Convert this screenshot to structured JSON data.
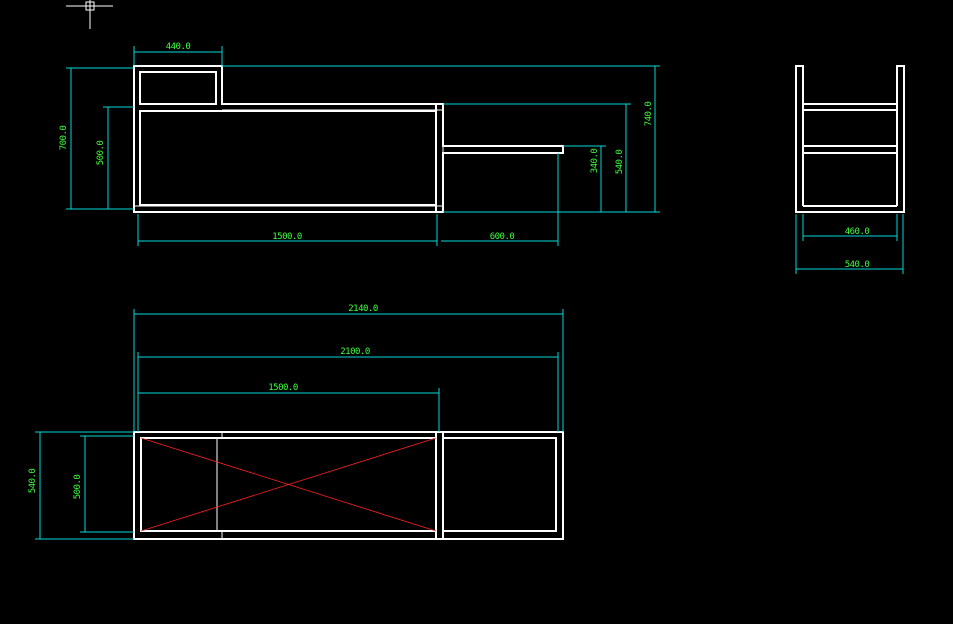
{
  "colors": {
    "background": "#000000",
    "geometry": "#ffffff",
    "dimension_lines": "#00d8d8",
    "dimension_text": "#3cff3c",
    "center_cross": "#ff2020"
  },
  "cursor_icon": "crosshair-cursor-icon",
  "front_view": {
    "dim_top_width": "440.0",
    "dim_overall_height": "700.0",
    "dim_inner_height": "500.0",
    "dim_main_width": "1500.0",
    "dim_extension_width": "600.0",
    "dim_shelf_height": "340.0",
    "dim_mid_height": "540.0",
    "dim_total_height": "740.0"
  },
  "side_view": {
    "dim_inner_width": "460.0",
    "dim_outer_width": "540.0"
  },
  "top_view": {
    "dim_total_length": "2140.0",
    "dim_inner_length": "2100.0",
    "dim_section_length": "1500.0",
    "dim_outer_depth": "540.0",
    "dim_inner_depth": "500.0"
  }
}
